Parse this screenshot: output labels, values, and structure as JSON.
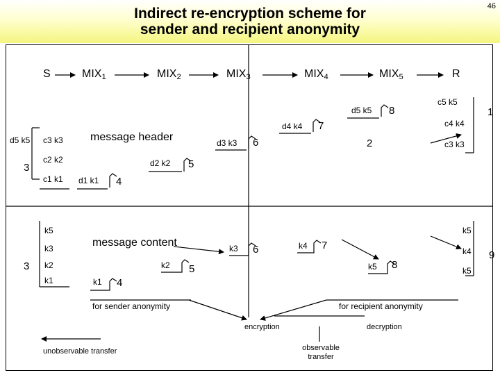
{
  "page_number": "46",
  "title_line1": "Indirect re-encryption scheme for",
  "title_line2": "sender and recipient anonymity",
  "stations": {
    "s": "S",
    "mix1": "MIX",
    "mix1_sub": "1",
    "mix2": "MIX",
    "mix2_sub": "2",
    "mix3": "MIX",
    "mix3_sub": "3",
    "mix4": "MIX",
    "mix4_sub": "4",
    "mix5": "MIX",
    "mix5_sub": "5",
    "r": "R"
  },
  "header": {
    "label": "message header",
    "sender_left": "d5 k5",
    "stack_c3k3": "c3 k3",
    "stack_c2k2": "c2 k2",
    "stack_c1k1": "c1 k1",
    "sender_step": "3",
    "d1k1": "d1 k1",
    "step4": "4",
    "d2k2": "d2 k2",
    "step5": "5",
    "d3k3": "d3 k3",
    "step6": "6",
    "d4k4": "d4 k4",
    "step7": "7",
    "d5k5": "d5 k5",
    "step8": "8",
    "recipient_step": "2",
    "r_c5k5": "c5 k5",
    "r_c4k4": "c4 k4",
    "r_c3k3": "c3 k3",
    "r_step": "1"
  },
  "content": {
    "label": "message content",
    "s_k5": "k5",
    "s_k3": "k3",
    "s_k2": "k2",
    "s_k1": "k1",
    "sender_step": "3",
    "k1": "k1",
    "step4": "4",
    "k2": "k2",
    "step5": "5",
    "k3": "k3",
    "step6": "6",
    "k4": "k4",
    "step7": "7",
    "k5": "k5",
    "step8": "8",
    "r_k5": "k5",
    "r_k4": "k4",
    "r_k3": "k5",
    "r_step": "9"
  },
  "section_labels": {
    "sender": "for sender anonymity",
    "recipient": "for recipient anonymity"
  },
  "legend": {
    "encryption": "encryption",
    "decryption": "decryption",
    "unobservable": "unobservable transfer",
    "observable_line1": "observable",
    "observable_line2": "transfer"
  }
}
